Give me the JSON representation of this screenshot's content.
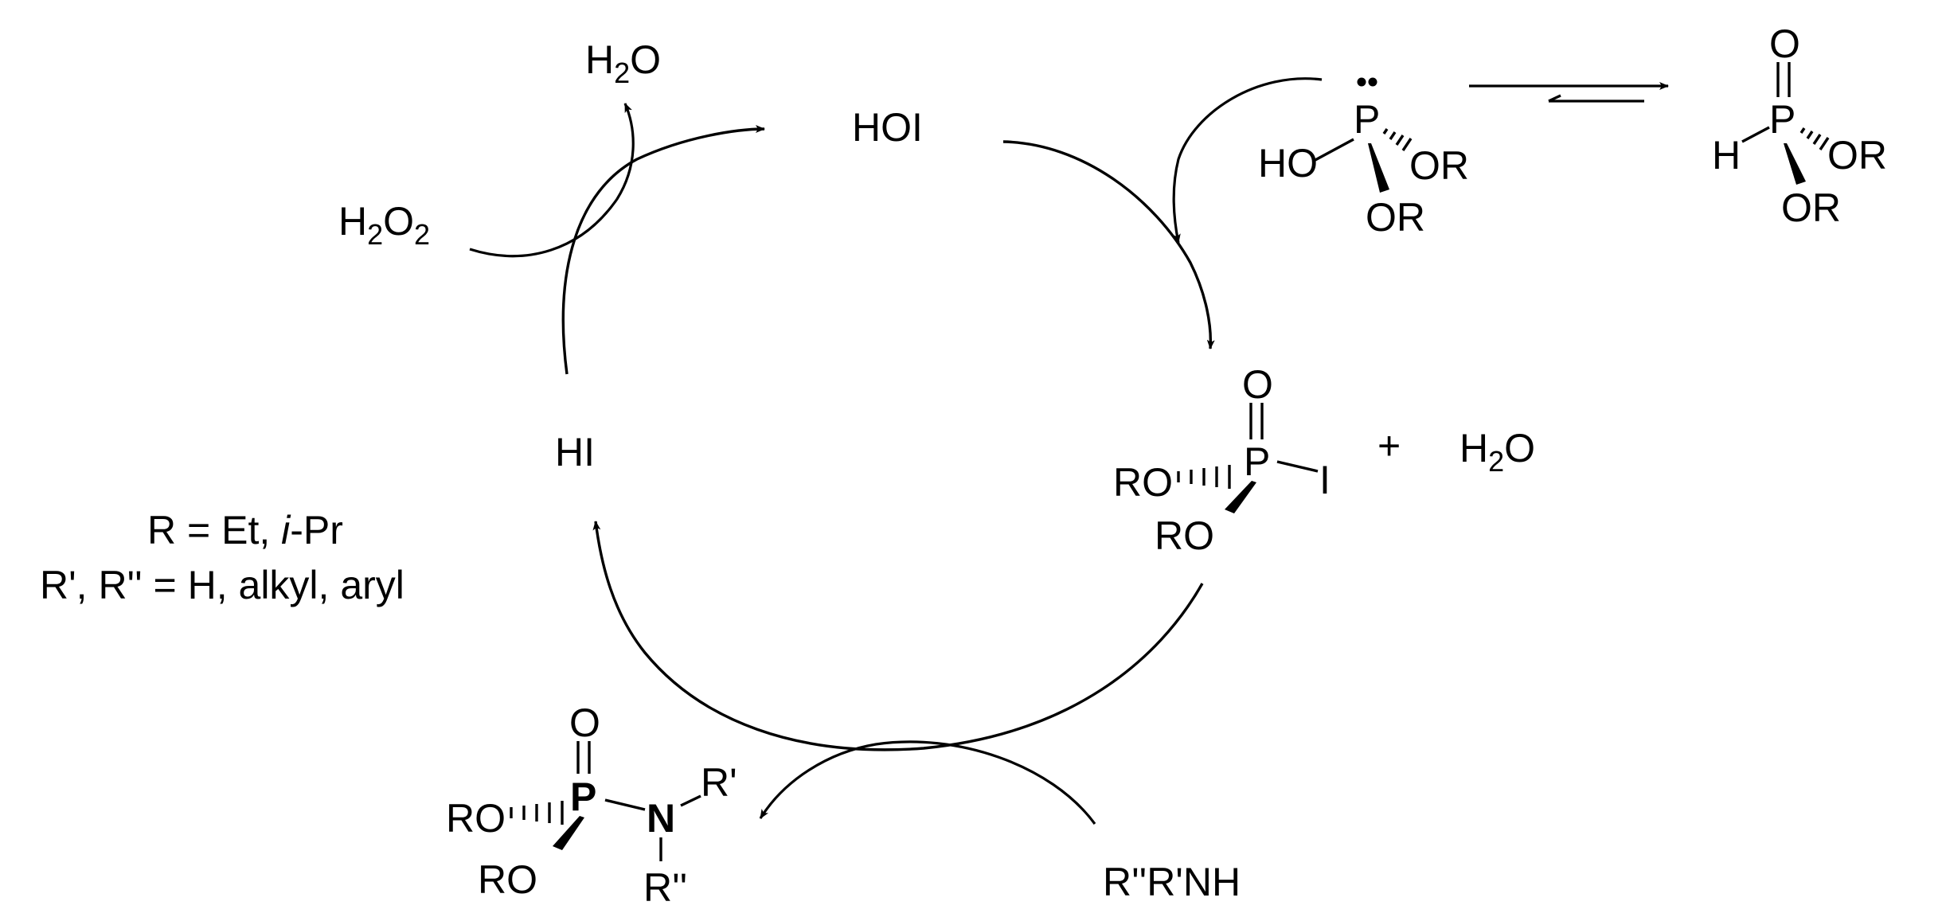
{
  "species": {
    "water_top": {
      "main": "H",
      "sub": "2",
      "tail": "O"
    },
    "peroxide": {
      "main": "H",
      "sub1": "2",
      "mid": "O",
      "sub2": "2"
    },
    "hoi": "HOI",
    "hi": "HI",
    "water_right": {
      "main": "H",
      "sub": "2",
      "tail": "O"
    },
    "plus": "+",
    "amine": "R''R'NH"
  },
  "phosphite": {
    "p": "P",
    "ho": "HO",
    "or_right": "OR",
    "or_bottom": "OR"
  },
  "phosphonate": {
    "o": "O",
    "p": "P",
    "h": "H",
    "or_right": "OR",
    "or_bottom": "OR"
  },
  "iodophosphate": {
    "o": "O",
    "p": "P",
    "i": "I",
    "ro_left": "RO",
    "ro_bottom": "RO"
  },
  "phosphoramidate": {
    "o": "O",
    "p": "P",
    "n": "N",
    "r_prime": "R'",
    "r_dprime": "R''",
    "ro_left": "RO",
    "ro_bottom": "RO"
  },
  "legend": {
    "line1_a": "R = Et, ",
    "line1_b": "i",
    "line1_c": "-Pr",
    "line2": "R', R'' = H, alkyl, aryl"
  }
}
